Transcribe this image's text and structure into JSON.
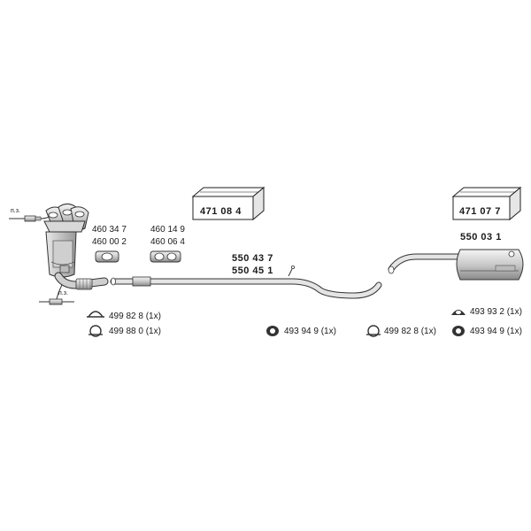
{
  "boxes": {
    "left_box": "471 08 4",
    "right_box": "471 07 7"
  },
  "probes": {
    "top_label": "п.з.",
    "bottom_label": "п.з."
  },
  "parts": {
    "gasket_a1": "460 34 7",
    "gasket_a2": "460 00 2",
    "gasket_b1": "460 14 9",
    "gasket_b2": "460 06 4",
    "middle_pipe_1": "550 43 7",
    "middle_pipe_2": "550 45 1",
    "rear_muffler": "550 03 1"
  },
  "fittings": {
    "f1": "499 82 8 (1x)",
    "f2": "499 88 0 (1x)",
    "f3": "493 94 9 (1x)",
    "f4": "499 82 8 (1x)",
    "f5": "493 93 2 (1x)",
    "f6": "493 94 9 (1x)"
  },
  "icons": [
    "box-icon",
    "clamp-icon",
    "rubber-mount-icon",
    "gasket-icon",
    "oxygen-sensor-icon"
  ]
}
